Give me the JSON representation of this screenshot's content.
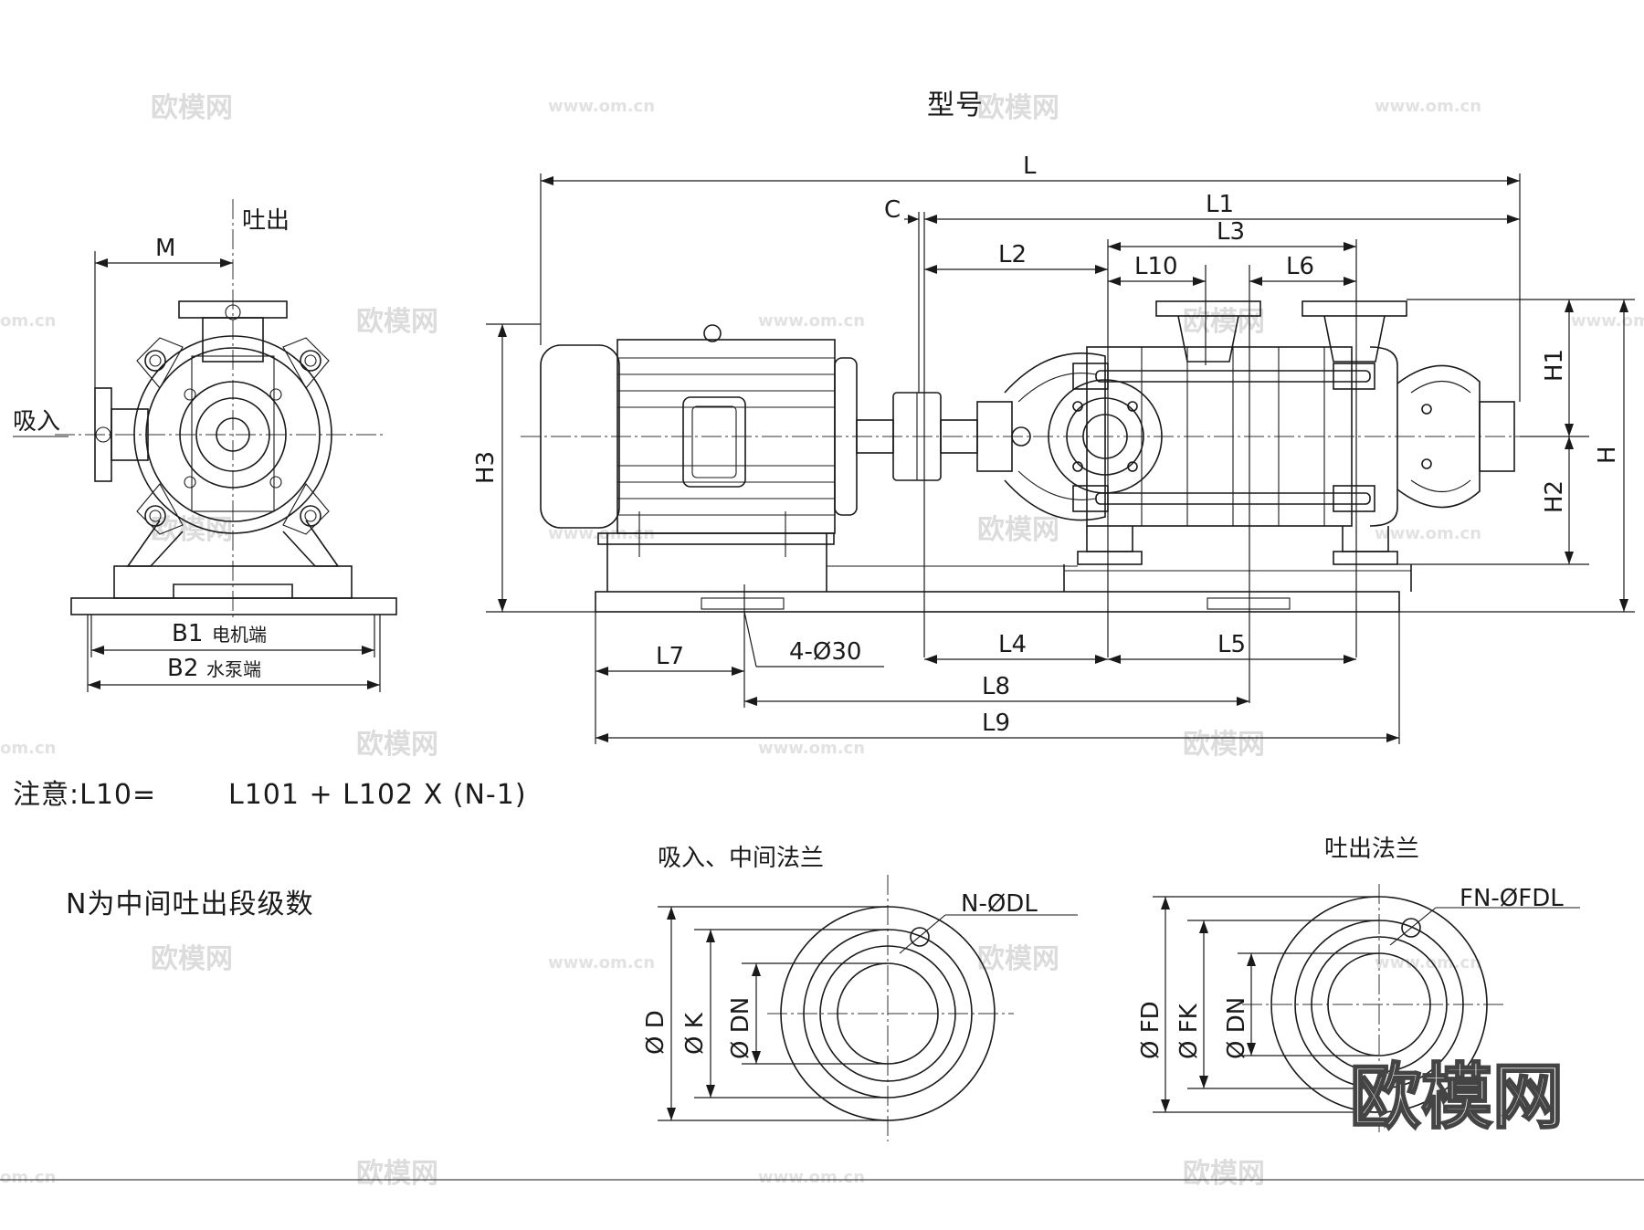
{
  "title": "型号",
  "dimension_labels": {
    "L": "L",
    "L1": "L1",
    "C": "C",
    "L2": "L2",
    "L3": "L3",
    "L10": "L10",
    "L6": "L6",
    "H1": "H1",
    "H2": "H2",
    "H": "H",
    "H3": "H3",
    "L4": "L4",
    "L5": "L5",
    "L7": "L7",
    "L8": "L8",
    "L9": "L9",
    "holes": "4-Ø30",
    "M": "M"
  },
  "side_view": {
    "outlet": "吐出",
    "inlet": "吸入",
    "B1": "B1",
    "B1_note": "电机端",
    "B2": "B2",
    "B2_note": "水泵端"
  },
  "notes": {
    "formula_prefix": "注意:L10=",
    "formula_body": "L101 + L102 X (N-1)",
    "stage_note": "N为中间吐出段级数"
  },
  "flange_inlet": {
    "title": "吸入、中间法兰",
    "bolt_label": "N-ØDL",
    "dim_D": "Ø D",
    "dim_K": "Ø K",
    "dim_DN": "Ø DN"
  },
  "flange_outlet": {
    "title": "吐出法兰",
    "bolt_label": "FN-ØFDL",
    "dim_FD": "Ø FD",
    "dim_FK": "Ø FK",
    "dim_DN": "Ø DN"
  },
  "watermarks": {
    "logo": "欧模网",
    "site": "www.om.cn",
    "site_short": "om.cn"
  }
}
